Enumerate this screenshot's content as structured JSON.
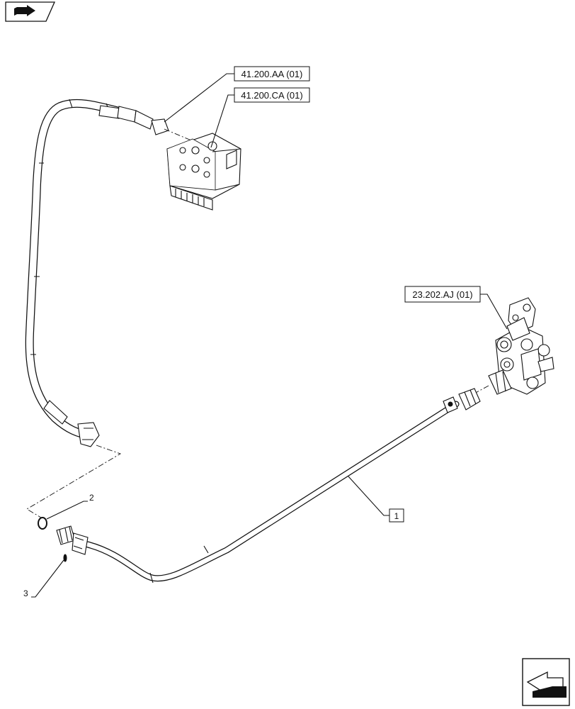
{
  "references": [
    {
      "id": "ref-41-200-aa",
      "text": "41.200.AA (01)"
    },
    {
      "id": "ref-41-200-ca",
      "text": "41.200.CA (01)"
    },
    {
      "id": "ref-23-202-aj",
      "text": "23.202.AJ (01)"
    }
  ],
  "callouts": {
    "item1": "1",
    "item2": "2",
    "item3": "3"
  },
  "icons": {
    "top_left": "book-arrow-icon",
    "bottom_right": "next-page-arrow-icon"
  }
}
